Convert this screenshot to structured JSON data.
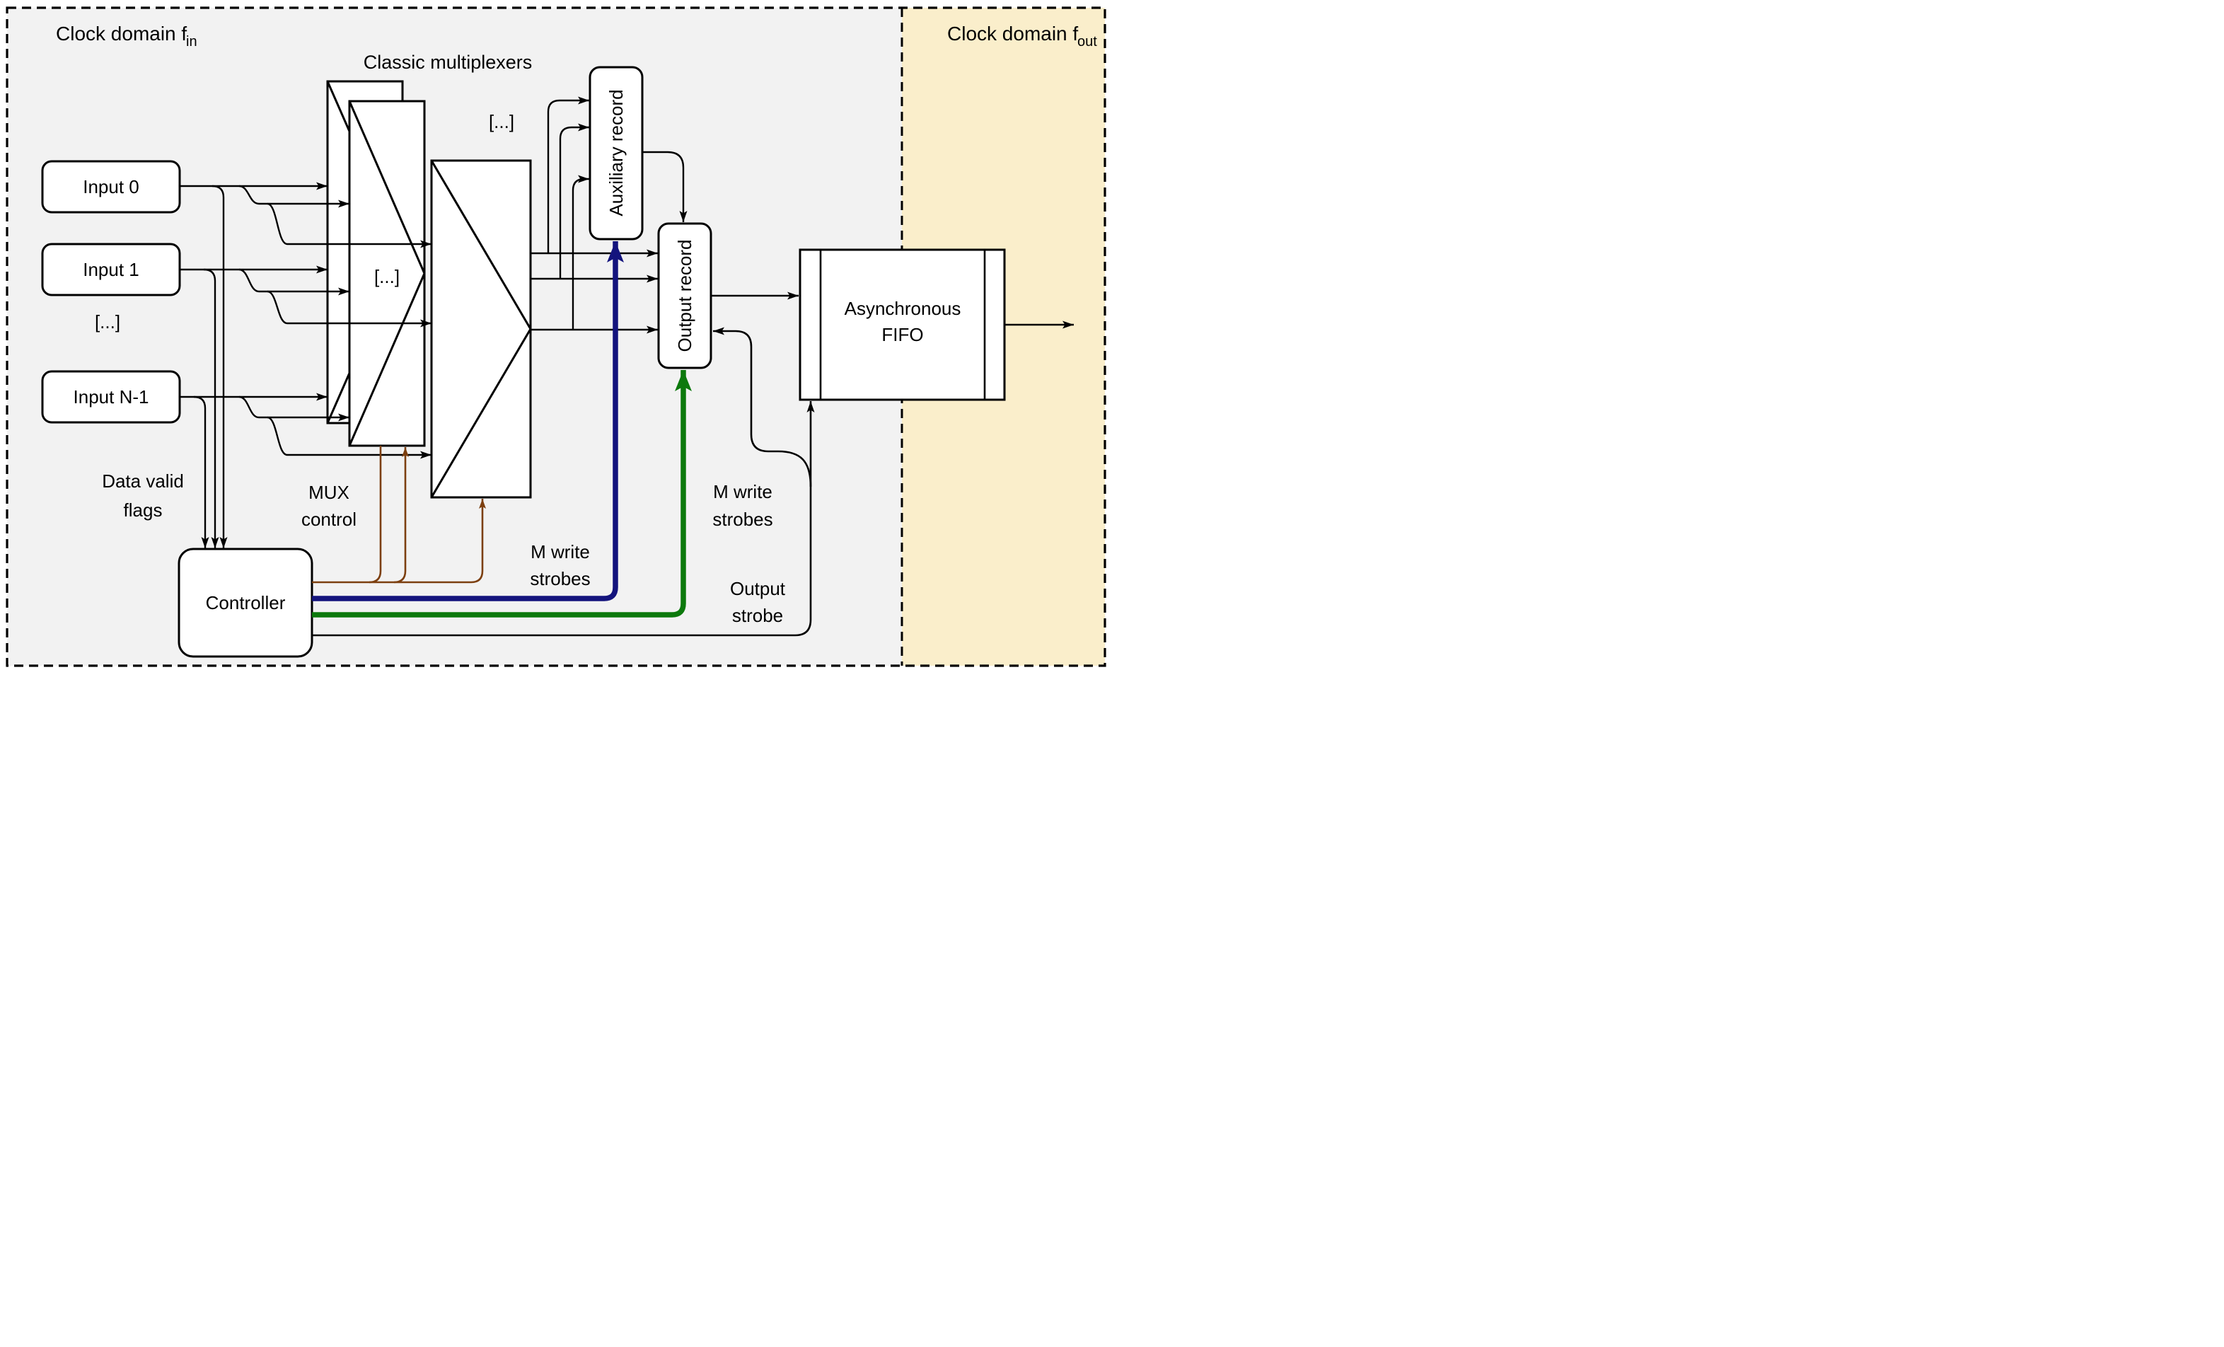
{
  "domains": {
    "left": {
      "title_main": "Clock domain f",
      "title_sub": "in"
    },
    "right": {
      "title_main": "Clock domain f",
      "title_sub": "out"
    }
  },
  "labels": {
    "classic_multiplexers": "Classic multiplexers",
    "ellipsis": "[...]",
    "data_valid_flags": [
      "Data valid",
      "flags"
    ],
    "mux_control": [
      "MUX",
      "control"
    ],
    "m_write_strobes_blue": [
      "M write",
      "strobes"
    ],
    "m_write_strobes_green": [
      "M write",
      "strobes"
    ],
    "output_strobe": [
      "Output",
      "strobe"
    ]
  },
  "nodes": {
    "input0": "Input 0",
    "input1": "Input 1",
    "inputN": "Input N-1",
    "controller": "Controller",
    "auxiliary_record": "Auxiliary record",
    "output_record": "Output record",
    "fifo": [
      "Asynchronous",
      "FIFO"
    ]
  },
  "colors": {
    "domain_in_bg": "#f2f2f2",
    "domain_out_bg": "#faeecb",
    "line": "#000000",
    "mux_control": "#7c3f0f",
    "write_strobe_blue": "#14147d",
    "write_strobe_green": "#0c790c"
  }
}
